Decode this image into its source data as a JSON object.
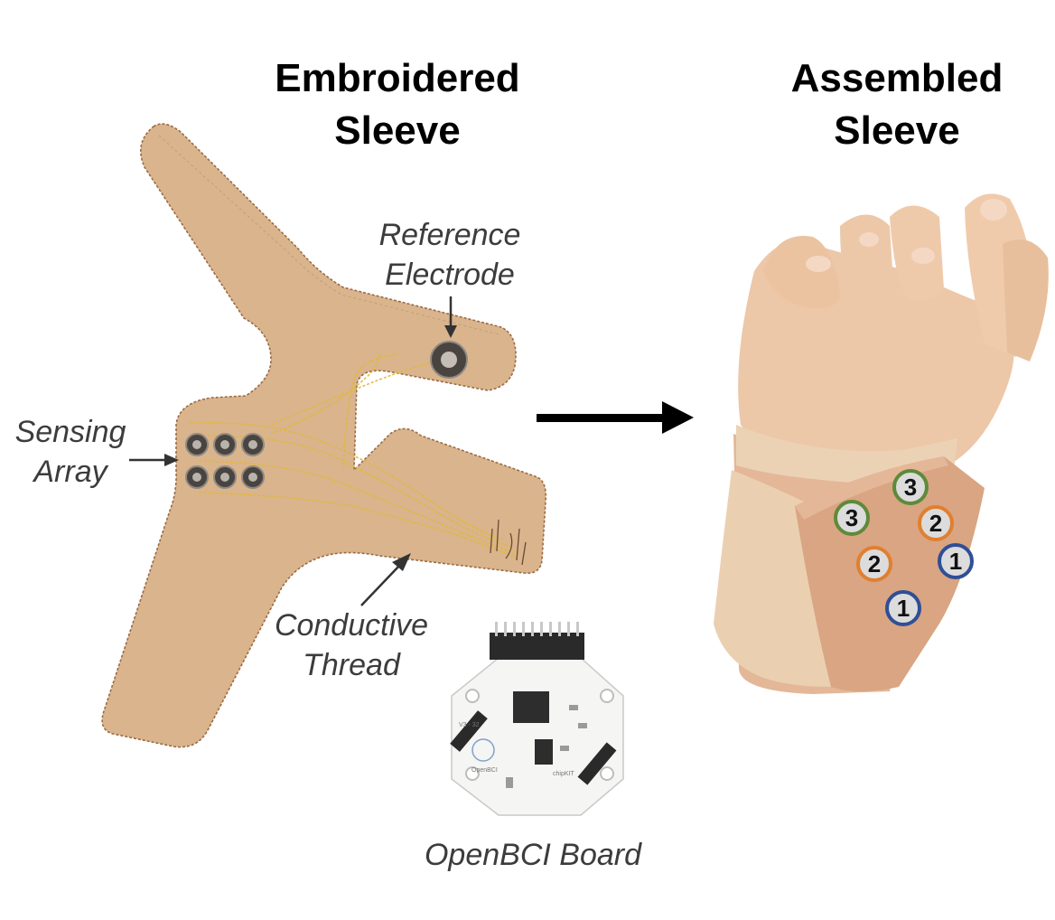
{
  "titles": {
    "embroidered_line1": "Embroidered",
    "embroidered_line2": "Sleeve",
    "assembled_line1": "Assembled",
    "assembled_line2": "Sleeve"
  },
  "labels": {
    "reference_line1": "Reference",
    "reference_line2": "Electrode",
    "sensing_line1": "Sensing",
    "sensing_line2": "Array",
    "conductive_line1": "Conductive",
    "conductive_line2": "Thread",
    "openbci": "OpenBCI Board"
  },
  "electrode_badges": [
    {
      "text": "3",
      "ring_color": "#5e8a3a"
    },
    {
      "text": "3",
      "ring_color": "#5e8a3a"
    },
    {
      "text": "2",
      "ring_color": "#e07f2f"
    },
    {
      "text": "2",
      "ring_color": "#e07f2f"
    },
    {
      "text": "1",
      "ring_color": "#2f4f96"
    },
    {
      "text": "1",
      "ring_color": "#2f4f96"
    }
  ],
  "board_markings": {
    "version": "V3 - 32",
    "brand": "OpenBCI",
    "chip": "chipKIT"
  },
  "colors": {
    "fabric": "#d9b48c",
    "fabric_stitch": "#9c6b44",
    "thread": "#e0b93a",
    "skin": "#e9c3a4",
    "bandage": "#ecd2b4",
    "tape": "#d9a582",
    "board": "#f5f5f3"
  }
}
